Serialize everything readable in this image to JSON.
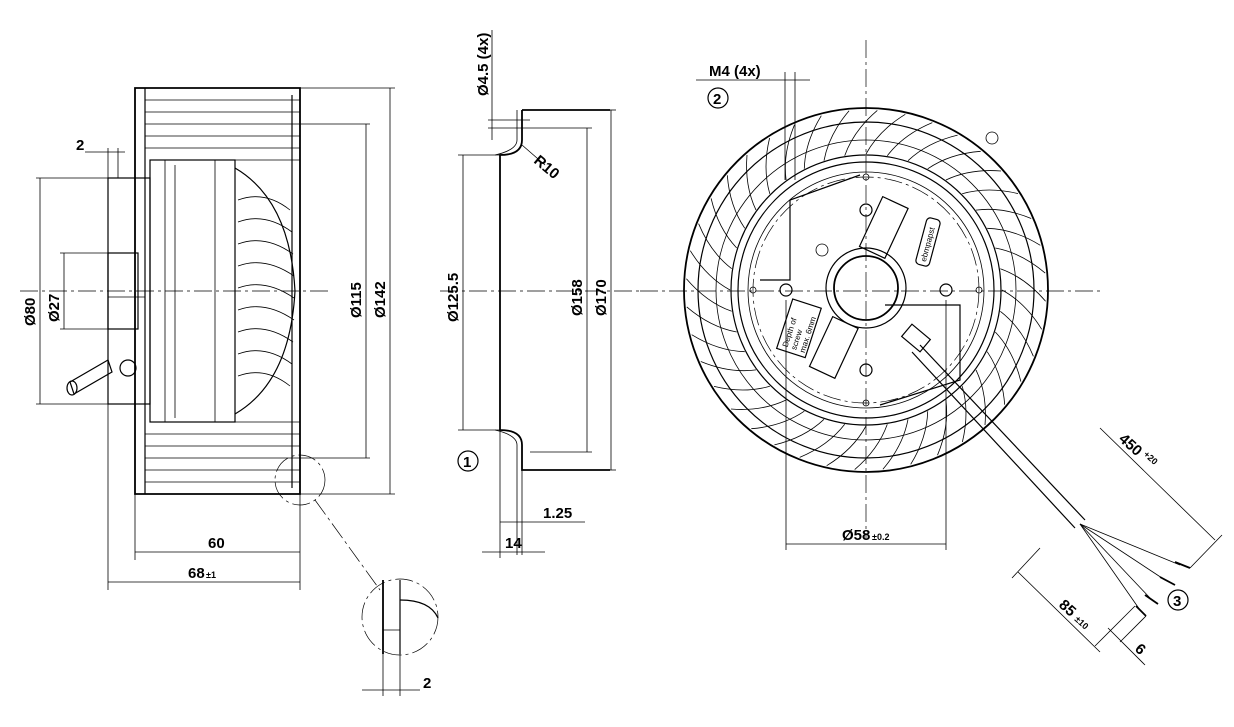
{
  "side_view": {
    "dim_2": "2",
    "dim_80": "Ø80",
    "dim_27": "Ø27",
    "dim_115": "Ø115",
    "dim_142": "Ø142",
    "dim_60": "60",
    "dim_68": "68",
    "dim_68_tol": "±1"
  },
  "section_view": {
    "dim_hole": "Ø4.5 (4x)",
    "dim_r10": "R10",
    "dim_125_5": "Ø125.5",
    "dim_158": "Ø158",
    "dim_170": "Ø170",
    "dim_1_25": "1.25",
    "dim_14": "14",
    "callout_1": "1"
  },
  "detail_view": {
    "dim_2": "2"
  },
  "front_view": {
    "dim_m4": "M4 (4x)",
    "callout_2": "2",
    "dim_58": "Ø58",
    "dim_58_tol": "±0.2",
    "dim_450": "450",
    "dim_450_tol": "+20",
    "dim_85": "85",
    "dim_85_tol": "±10",
    "dim_6": "6",
    "callout_3": "3",
    "note_depth": [
      "Depth of",
      "screw",
      "max. 6mm"
    ],
    "logo_text": "ebmpapst"
  }
}
